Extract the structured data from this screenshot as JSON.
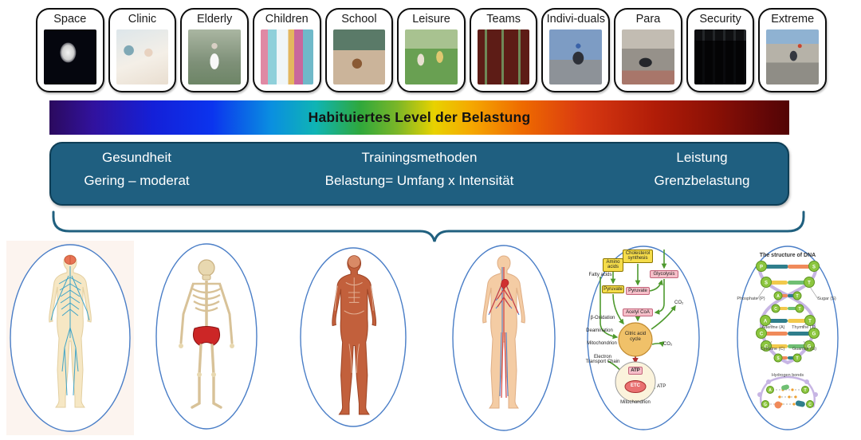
{
  "top_row": {
    "items": [
      {
        "label": "Space",
        "photo": "astronaut-photo"
      },
      {
        "label": "Clinic",
        "photo": "hospital-patient-photo"
      },
      {
        "label": "Elderly",
        "photo": "senior-runner-photo"
      },
      {
        "label": "Children",
        "photo": "playing-children-photo"
      },
      {
        "label": "School",
        "photo": "classroom-photo"
      },
      {
        "label": "Leisure",
        "photo": "outdoor-exercise-photo"
      },
      {
        "label": "Teams",
        "photo": "football-team-photo"
      },
      {
        "label": "Indivi-duals",
        "photo": "cyclist-photo"
      },
      {
        "label": "Para",
        "photo": "handcycle-athlete-photo"
      },
      {
        "label": "Security",
        "photo": "special-forces-photo"
      },
      {
        "label": "Extreme",
        "photo": "mountain-biker-photo"
      }
    ]
  },
  "spectrum_bar": {
    "label": "Habituiertes Level der Belastung"
  },
  "zones": {
    "left": {
      "line1": "Gesundheit",
      "line2": "Gering – moderat"
    },
    "center": {
      "line1": "Trainingsmethoden",
      "line2": "Belastung= Umfang x Intensität"
    },
    "right": {
      "line1": "Leistung",
      "line2": "Grenzbelastung"
    }
  },
  "metabolism": {
    "cholesterol_synthesis": "Cholesterol synthesis",
    "amino_acids": "Amino acids",
    "fatty_acids": "Fatty acids",
    "glycolysis": "Glycolysis",
    "pyruvate_left": "Pyruvate",
    "pyruvate_center": "Pyruvate",
    "acetyl_coa": "Acetyl CoA",
    "beta_oxidation": "β-Oxidation",
    "deamination": "Deamination",
    "mitochondrion_left": "Mitochondrion",
    "citric_acid_cycle": "Citric acid cycle",
    "co2_upper": "CO₂",
    "co2_lower": "CO₂",
    "electron_transport_chain": "Electron Transport Chain",
    "atp_box": "ATP",
    "etc": "ETC",
    "atp_out": "ATP",
    "mitochondrion_bottom": "Mitochondrion"
  },
  "dna": {
    "title": "The structure of DNA",
    "phosphate": "Phosphate (P)",
    "sugar": "Sugar (S)",
    "adenine": "Adenine (A)",
    "thymine": "Thymine (T)",
    "cytosine": "Cytosine (C)",
    "guanine": "Guanine (G)",
    "hydrogen_bonds": "Hydrogen bonds",
    "rungs": [
      {
        "left": "P",
        "right": "S"
      },
      {
        "left": "S",
        "right": "T"
      },
      {
        "left": "A",
        "right": "T"
      },
      {
        "left": "C",
        "right": "T"
      },
      {
        "left": "A",
        "right": "T"
      },
      {
        "left": "C",
        "right": "G"
      },
      {
        "left": "C",
        "right": "G"
      },
      {
        "left": "S",
        "right": "T"
      }
    ],
    "pairs": [
      {
        "left": "A",
        "right": "T"
      },
      {
        "left": "G",
        "right": "C"
      }
    ]
  },
  "colors": {
    "zone_fill": "#1F5F80",
    "zone_border": "#0E3E56",
    "brace": "#20607F",
    "ellipse_outline": "#4A7EC7",
    "arrow_green": "#4E9A2E",
    "arrow_red": "#B03030"
  }
}
